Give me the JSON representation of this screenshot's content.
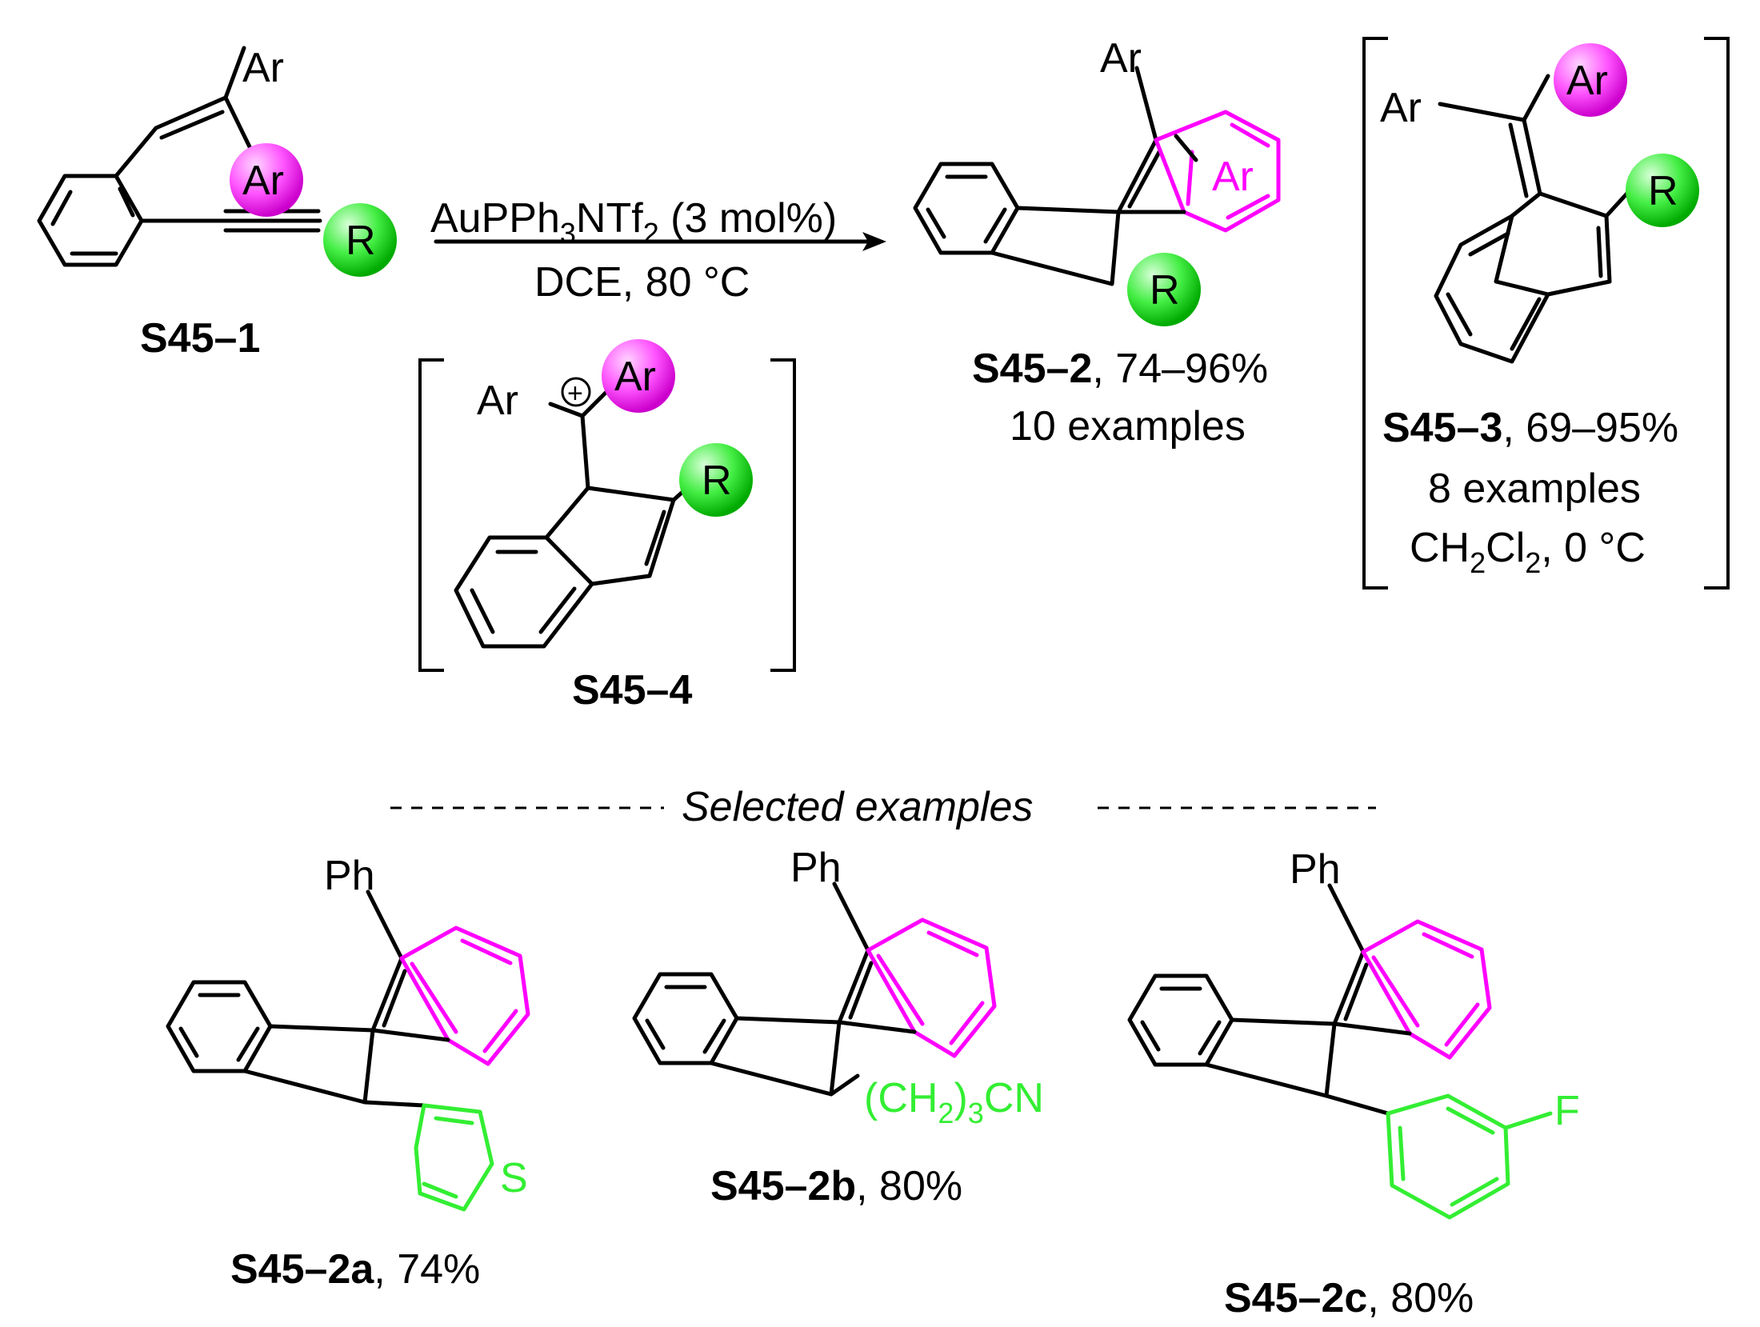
{
  "colors": {
    "ar_ball": "#ff00ff",
    "r_ball": "#22dd22",
    "ar_ring": "#ff00ff",
    "r_group": "#33ee33",
    "bond": "#000000"
  },
  "labels": {
    "ar": "Ar",
    "r": "R",
    "ph": "Ph",
    "s": "S",
    "f": "F",
    "plus": "+"
  },
  "reaction": {
    "catalyst_main": "AuPPh",
    "catalyst_sub3": "3",
    "catalyst_ntf": "NTf",
    "catalyst_sub2": "2",
    "catalyst_tail": " (3 mol%)",
    "conditions": "DCE, 80 °C"
  },
  "compounds": {
    "s45_1": "S45–1",
    "s45_2": {
      "id": "S45–2",
      "yield": ", 74–96%",
      "examples": "10 examples"
    },
    "s45_3": {
      "id": "S45–3",
      "yield": ", 69–95%",
      "examples": "8 examples",
      "cond_a": "CH",
      "cond_sub2a": "2",
      "cond_b": "Cl",
      "cond_sub2b": "2",
      "cond_c": ", 0 °C"
    },
    "s45_4": "S45–4"
  },
  "selected_header": "Selected examples",
  "examples": [
    {
      "id": "S45–2a",
      "yield": ", 74%"
    },
    {
      "id": "S45–2b",
      "yield": ", 80%",
      "substituent_a": "(CH",
      "substituent_sub2": "2",
      "substituent_b": ")",
      "substituent_sub3": "3",
      "substituent_c": "CN"
    },
    {
      "id": "S45–2c",
      "yield": ", 80%"
    }
  ]
}
